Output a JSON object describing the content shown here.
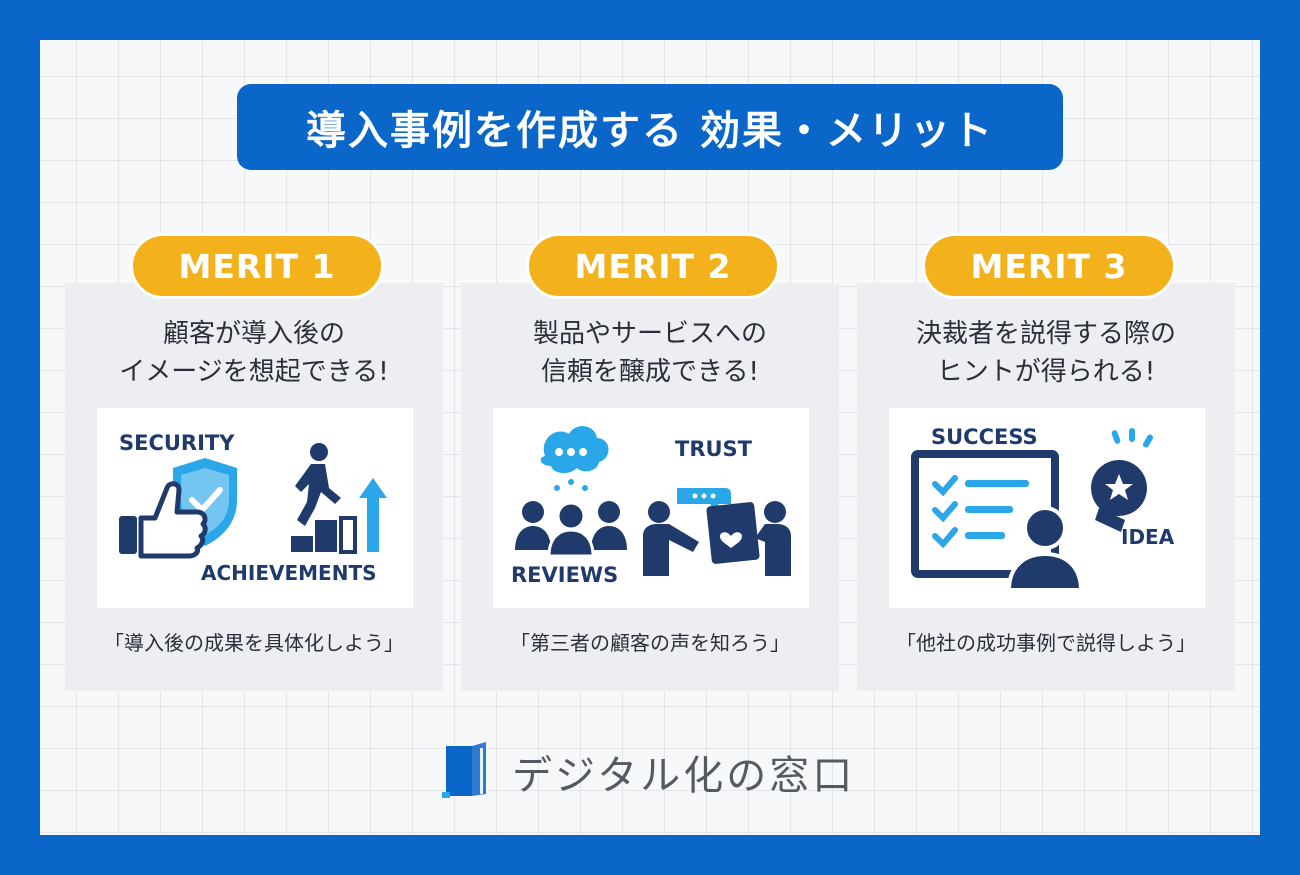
{
  "title": "導入事例を作成する 効果・メリット",
  "cards": [
    {
      "badge": "MERIT 1",
      "headline_lines": [
        "顧客が導入後の",
        "イメージを想起できる!"
      ],
      "illustration_labels": [
        "SECURITY",
        "ACHIEVEMENTS"
      ],
      "illustration_icons": [
        "thumbs-up-icon",
        "shield-check-icon",
        "stair-climbing-person-icon",
        "growth-bars-arrow-icon"
      ],
      "caption": "「導入後の成果を具体化しよう」"
    },
    {
      "badge": "MERIT 2",
      "headline_lines": [
        "製品やサービスへの",
        "信頼を醸成できる!"
      ],
      "illustration_labels": [
        "TRUST",
        "REVIEWS"
      ],
      "illustration_icons": [
        "chat-bubble-icon",
        "people-group-icon",
        "handshake-heart-icon"
      ],
      "caption": "「第三者の顧客の声を知ろう」"
    },
    {
      "badge": "MERIT 3",
      "headline_lines": [
        "決裁者を説得する際の",
        "ヒントが得られる!"
      ],
      "illustration_labels": [
        "SUCCESS",
        "IDEA"
      ],
      "illustration_icons": [
        "checklist-board-icon",
        "person-icon",
        "lightbulb-star-icon"
      ],
      "caption": "「他社の成功事例で説得しよう」"
    }
  ],
  "logo": {
    "text": "デジタル化の窓口",
    "icon": "door-logo-icon"
  },
  "colors": {
    "brand_blue": "#0a66c9",
    "badge_yellow": "#f3b21c",
    "icon_navy": "#1f3a6b",
    "icon_light_blue": "#2aa7e8",
    "card_gray": "#eceef1"
  }
}
